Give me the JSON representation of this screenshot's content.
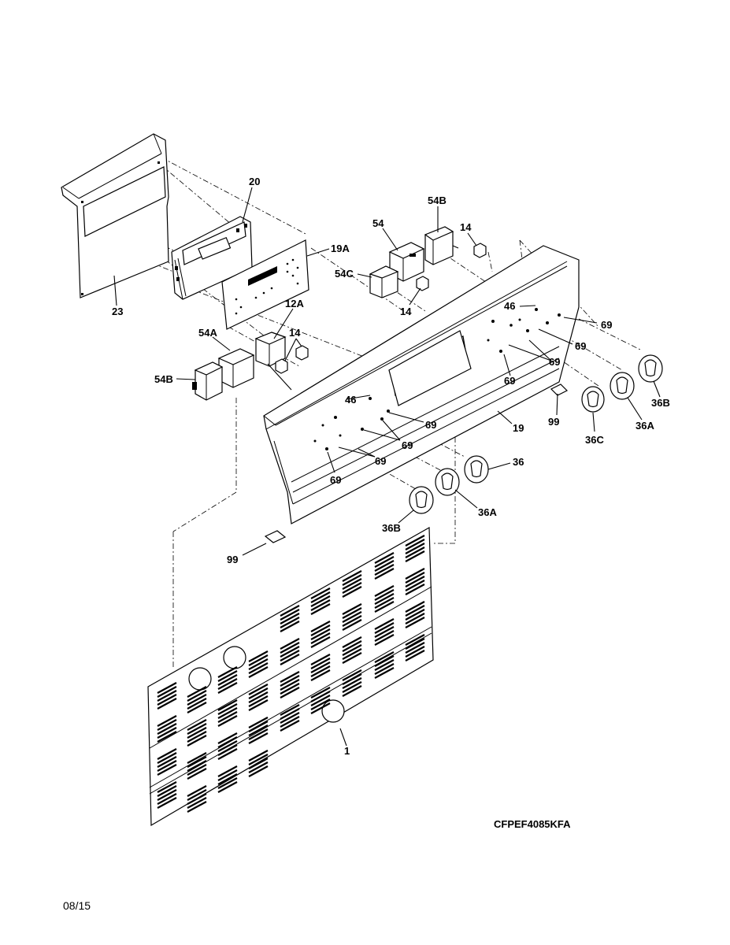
{
  "model_code": "CFPEF4085KFA",
  "date_code": "08/15",
  "callouts": {
    "c20": "20",
    "c19A": "19A",
    "c23": "23",
    "c54B_top": "54B",
    "c54": "54",
    "c14_top": "14",
    "c54C": "54C",
    "c14_mid": "14",
    "c12A": "12A",
    "c14_left": "14",
    "c54A": "54A",
    "c54B_left": "54B",
    "c46_right": "46",
    "c69_r1": "69",
    "c69_r2": "69",
    "c69_r3": "69",
    "c69_r4": "69",
    "c46_left": "46",
    "c69_l1": "69",
    "c69_l2": "69",
    "c69_l3": "69",
    "c69_l4": "69",
    "c19": "19",
    "c99_right": "99",
    "c36C": "36C",
    "c36A_right": "36A",
    "c36B_right": "36B",
    "c36": "36",
    "c36A_left": "36A",
    "c36B_left": "36B",
    "c99_left": "99",
    "c1": "1"
  }
}
